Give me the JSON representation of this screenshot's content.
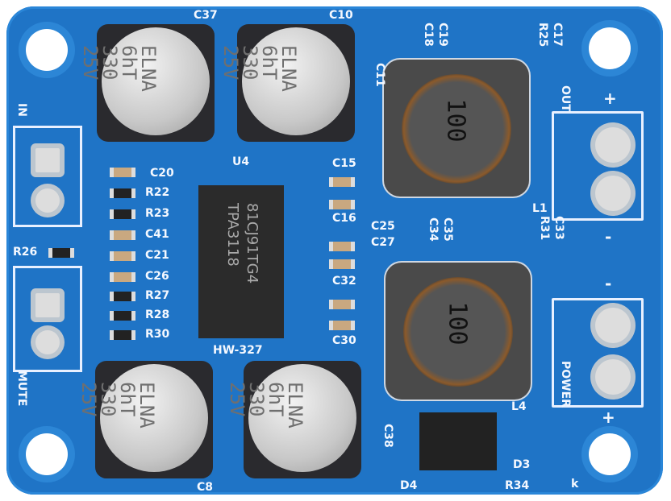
{
  "capacitor_marking": "ELNA\n6hT\n330\n25V",
  "inductor_marking": "100",
  "chip_marking": "81CJ91TG4\nTPA3118",
  "labels": {
    "c37": "C37",
    "c10": "C10",
    "c18": "C18",
    "c19": "C19",
    "r25": "R25",
    "c17": "C17",
    "c11": "C11",
    "out": "OUT",
    "plus_out": "+",
    "minus_out": "-",
    "in": "IN",
    "c20": "C20",
    "u4": "U4",
    "c15": "C15",
    "r22": "R22",
    "r23": "R23",
    "c41": "C41",
    "c21": "C21",
    "c26": "C26",
    "r27": "R27",
    "r28": "R28",
    "r30": "R30",
    "c16": "C16",
    "c25": "C25",
    "c27": "C27",
    "c34": "C34",
    "c35": "C35",
    "r31": "R31",
    "c33": "C33",
    "l1": "L1",
    "r26": "R26",
    "c32": "C32",
    "c30": "C30",
    "board": "HW-327",
    "mute": "MUTE",
    "l4": "L4",
    "power": "POWER",
    "minus_pwr": "-",
    "plus_pwr": "+",
    "c38": "C38",
    "d3": "D3",
    "d4": "D4",
    "r34": "R34",
    "k": "k",
    "c8": "C8"
  },
  "colors": {
    "board": "#1f74c6",
    "silkscreen": "#f4f8ff"
  }
}
